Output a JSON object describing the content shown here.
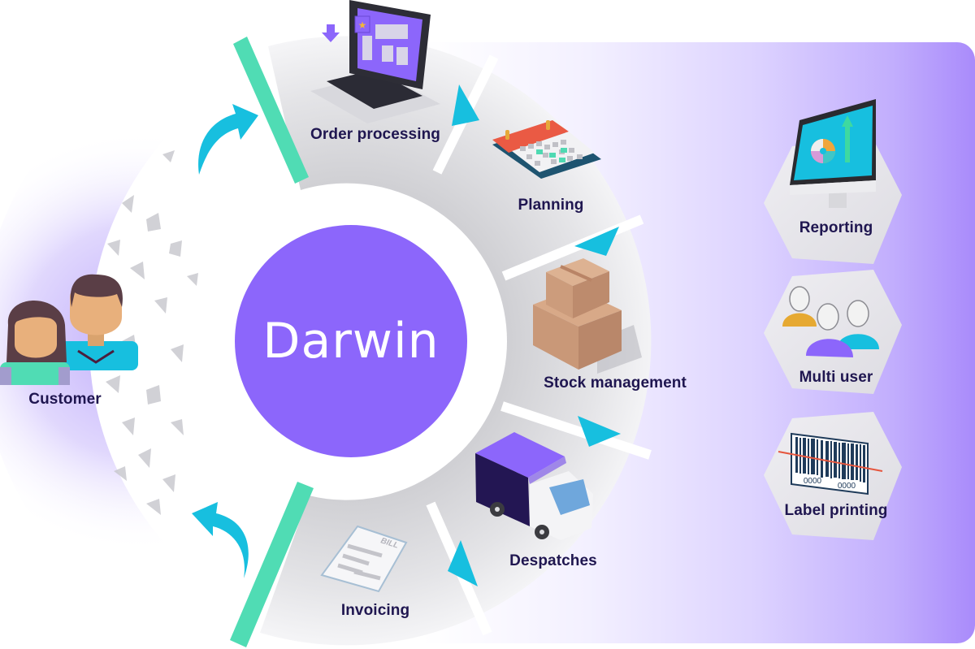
{
  "center": {
    "brand": "Darwin",
    "color": "#8c66fb"
  },
  "process_steps": [
    {
      "label": "Order processing",
      "icon": "laptop-icon"
    },
    {
      "label": "Planning",
      "icon": "calendar-icon"
    },
    {
      "label": "Stock management",
      "icon": "boxes-icon"
    },
    {
      "label": "Despatches",
      "icon": "truck-icon"
    },
    {
      "label": "Invoicing",
      "icon": "bill-icon"
    }
  ],
  "customer": {
    "label": "Customer",
    "icon": "customers-icon"
  },
  "features": [
    {
      "label": "Reporting",
      "icon": "monitor-chart-icon"
    },
    {
      "label": "Multi user",
      "icon": "users-icon"
    },
    {
      "label": "Label printing",
      "icon": "barcode-icon"
    }
  ],
  "bill_text": "BILL",
  "barcode_digits": [
    "0000",
    "0000"
  ],
  "colors": {
    "text": "#1f1650",
    "arrow": "#17bfdf",
    "bar": "#50dcb4",
    "purple": "#8c66fb",
    "segment": "#e3e3e6"
  }
}
